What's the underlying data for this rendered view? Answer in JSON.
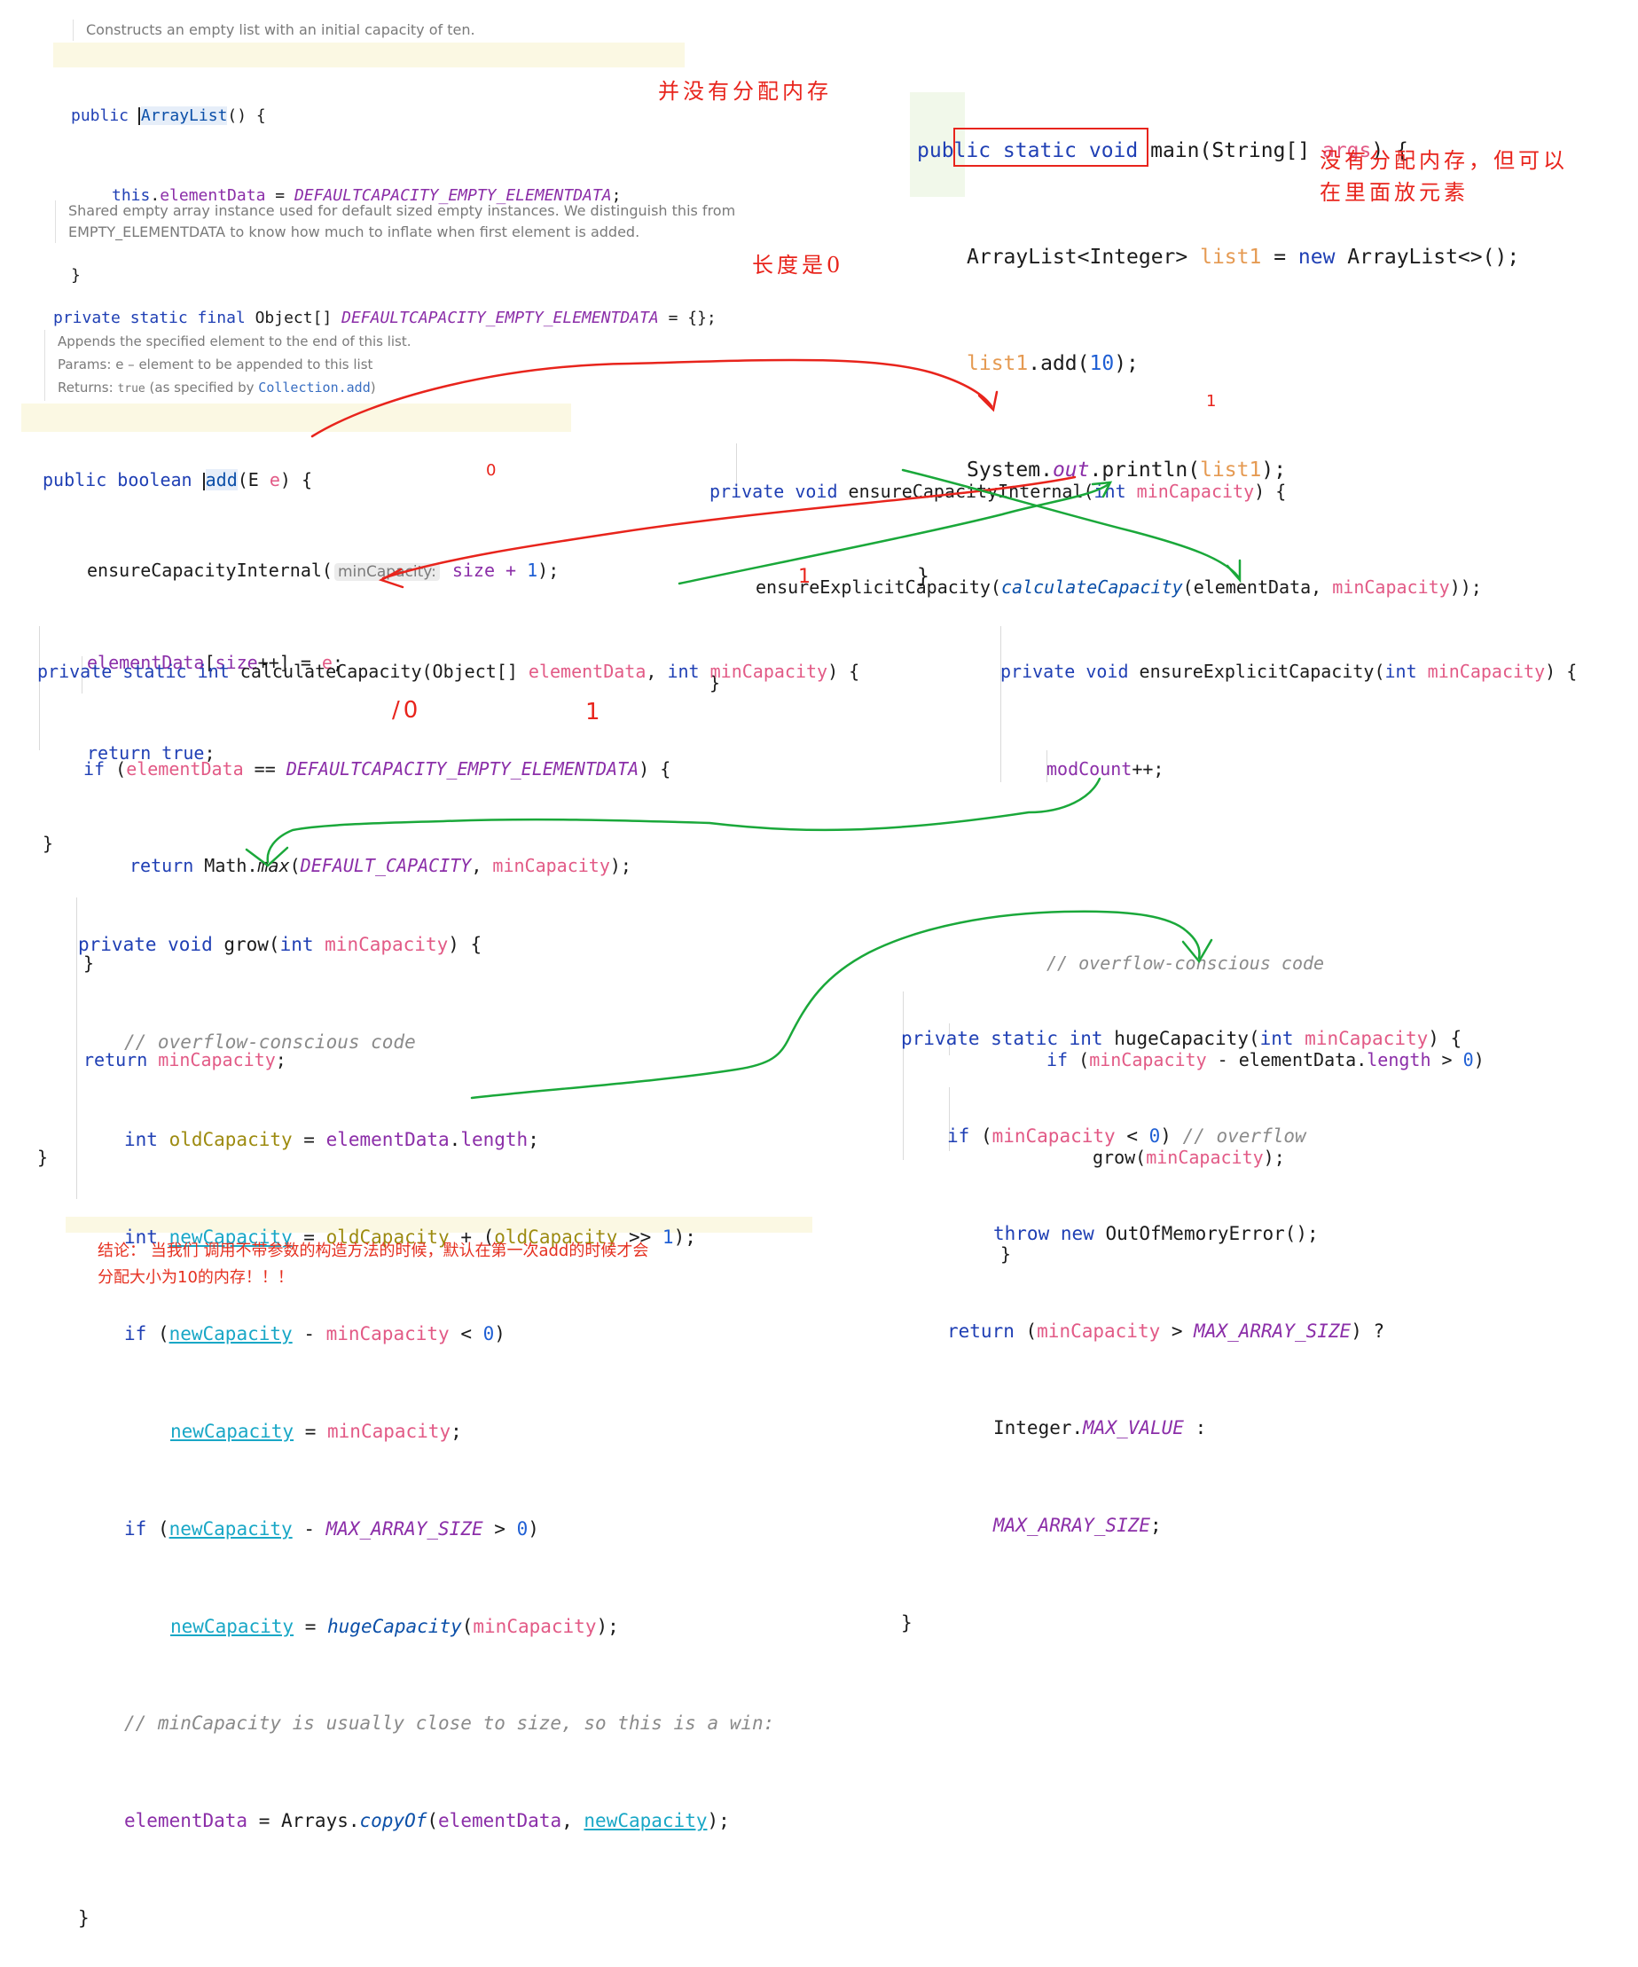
{
  "ctor": {
    "doc": "Constructs an empty list with an initial capacity of ten.",
    "l1": [
      "public",
      "ArrayList",
      "() {"
    ],
    "l2": [
      "this",
      ".",
      "elementData",
      " = ",
      "DEFAULTCAPACITY_EMPTY_ELEMENTDATA",
      ";"
    ],
    "l3": "}",
    "annotation": "并没有分配内存"
  },
  "field": {
    "doc1": "Shared empty array instance used for default sized empty instances. We distinguish this from",
    "doc2": "EMPTY_ELEMENTDATA to know how much to inflate when first element is added.",
    "line": [
      "private static final",
      " Object[] ",
      "DEFAULTCAPACITY_EMPTY_ELEMENTDATA",
      " = {};"
    ],
    "annotation": "长度是0"
  },
  "main": {
    "l1": [
      "public static void",
      " main(String[] ",
      "args",
      ") {"
    ],
    "l2": [
      "ArrayList<Integer> ",
      "list1",
      " = ",
      "new",
      " ArrayList<>();"
    ],
    "l3": [
      "list1",
      ".add(",
      "10",
      ");"
    ],
    "l4": [
      "System.",
      "out",
      ".println(",
      "list1",
      ");"
    ],
    "l5": "}",
    "annotation1": "没有分配内存，但可以",
    "annotation2": "在里面放元素"
  },
  "add": {
    "doc1": "Appends the specified element to the end of this list.",
    "doc2_label": "Params:",
    "doc2_text": "e – element to be appended to this list",
    "doc3_label": "Returns:",
    "doc3_code": "true",
    "doc3_text": "(as specified by",
    "doc3_link": "Collection.add",
    "doc3_end": ")",
    "l1": [
      "public boolean",
      "add",
      "(E ",
      "e",
      ") {"
    ],
    "l2": [
      "ensureCapacityInternal(",
      "minCapacity:",
      " size + ",
      "1",
      ");"
    ],
    "l3": [
      "elementData",
      "[",
      "size",
      "++] = ",
      "e",
      ";"
    ],
    "l4": [
      "return",
      " ",
      "true",
      ";"
    ],
    "l5": "}",
    "mark": "0"
  },
  "eci": {
    "l1": [
      "private void",
      " ensureCapacityInternal(",
      "int ",
      "minCapacity",
      ") {"
    ],
    "l2": [
      "ensureExplicitCapacity(",
      "calculateCapacity",
      "(elementData, ",
      "minCapacity",
      "));"
    ],
    "l3": "}",
    "mark": "1"
  },
  "calc": {
    "l1": [
      "private static int",
      " calculateCapacity(Object[] ",
      "elementData",
      ", ",
      "int ",
      "minCapacity",
      ") {"
    ],
    "l2": [
      "if",
      " (",
      "elementData",
      " == ",
      "DEFAULTCAPACITY_EMPTY_ELEMENTDATA",
      ") {"
    ],
    "l3": [
      "return",
      " Math.",
      "max",
      "(",
      "DEFAULT_CAPACITY",
      ", ",
      "minCapacity",
      ");"
    ],
    "l4": "}",
    "l5": [
      "return",
      " ",
      "minCapacity",
      ";"
    ],
    "l6": "}",
    "mark1": "/0",
    "mark2": "1",
    "mark3": "1"
  },
  "explicit": {
    "l1": [
      "private void",
      " ensureExplicitCapacity(",
      "int ",
      "minCapacity",
      ") {"
    ],
    "l2": [
      "modCount",
      "++;"
    ],
    "l3": "// overflow-conscious code",
    "l4": [
      "if",
      " (",
      "minCapacity",
      " - elementData.",
      "length",
      " > ",
      "0",
      ")"
    ],
    "l5": [
      "grow(",
      "minCapacity",
      ");"
    ],
    "l6": "}"
  },
  "grow": {
    "l1": [
      "private void",
      " grow(",
      "int ",
      "minCapacity",
      ") {"
    ],
    "l2": "// overflow-conscious code",
    "l3": [
      "int ",
      "oldCapacity",
      " = ",
      "elementData",
      ".",
      "length",
      ";"
    ],
    "l4": [
      "int ",
      "newCapacity",
      " = ",
      "oldCapacity",
      " + (",
      "oldCapacity",
      " >> ",
      "1",
      ");"
    ],
    "l5": [
      "if",
      " (",
      "newCapacity",
      " - ",
      "minCapacity",
      " < ",
      "0",
      ")"
    ],
    "l6": [
      "newCapacity",
      " = ",
      "minCapacity",
      ";"
    ],
    "l7": [
      "if",
      " (",
      "newCapacity",
      " - ",
      "MAX_ARRAY_SIZE",
      " > ",
      "0",
      ")"
    ],
    "l8": [
      "newCapacity",
      " = ",
      "hugeCapacity",
      "(",
      "minCapacity",
      ");"
    ],
    "l9": "// minCapacity is usually close to size, so this is a win:",
    "l10": [
      "elementData",
      " = Arrays.",
      "copyOf",
      "(",
      "elementData",
      ", ",
      "newCapacity",
      ");"
    ],
    "l11": "}"
  },
  "huge": {
    "l1": [
      "private static int",
      " hugeCapacity(",
      "int ",
      "minCapacity",
      ") {"
    ],
    "l2": [
      "if",
      " (",
      "minCapacity",
      " < ",
      "0",
      ") ",
      "// overflow"
    ],
    "l3": [
      "throw new",
      " OutOfMemoryError();"
    ],
    "l4": [
      "return",
      " (",
      "minCapacity",
      " > ",
      "MAX_ARRAY_SIZE",
      ") ?"
    ],
    "l5": [
      "Integer.",
      "MAX_VALUE",
      " :"
    ],
    "l6": [
      "MAX_ARRAY_SIZE",
      ";"
    ],
    "l7": "}"
  },
  "conclusion": {
    "line1": "结论： 当我们 调用不带参数的构造方法的时候，默认在第一次add的时候才会",
    "line2": "分配大小为10的内存！！！"
  },
  "colors": {
    "keyword": "#1f3fb4",
    "param": "#e25a86",
    "field": "#8b2ea8",
    "number": "#1f5fd4",
    "comment": "#8a8a8a",
    "annotation_red": "#e8241c",
    "arrow_green": "#1aa83a"
  }
}
